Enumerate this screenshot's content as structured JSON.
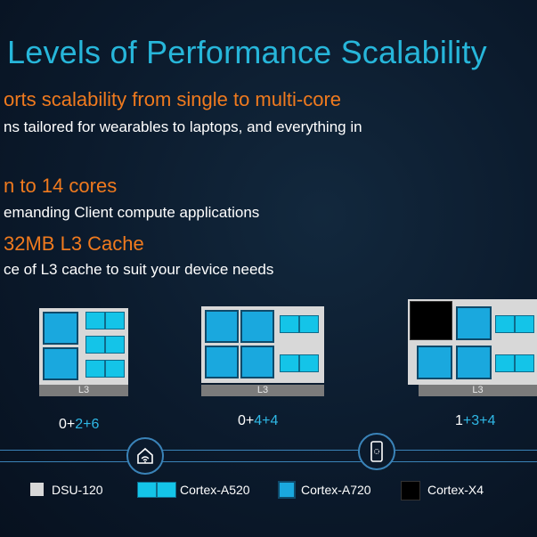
{
  "title": "Levels of Performance Scalability",
  "bullets": [
    {
      "heading": "orts scalability from single to multi-core",
      "text": "ns tailored for wearables to laptops, and everything in"
    },
    {
      "heading": "n to 14 cores",
      "text": "emanding Client compute applications"
    },
    {
      "heading": "32MB L3 Cache",
      "text": "ce of L3 cache to suit your device needs"
    }
  ],
  "configs": [
    {
      "l3_label": "L3",
      "parts": [
        "0",
        "+",
        "2",
        "+",
        "6"
      ]
    },
    {
      "l3_label": "L3",
      "parts": [
        "0",
        "+",
        "4",
        "+",
        "4"
      ]
    },
    {
      "l3_label": "L3",
      "parts": [
        "1",
        "+",
        "3",
        "+",
        "4"
      ]
    }
  ],
  "icons": [
    "home-wifi-icon",
    "smartphone-icon"
  ],
  "legend": [
    {
      "label": "DSU-120",
      "color": "#d8d8d8"
    },
    {
      "label": "Cortex-A520",
      "color": "#14c4e8"
    },
    {
      "label": "Cortex-A720",
      "color": "#1aa8de"
    },
    {
      "label": "Cortex-X4",
      "color": "#000000"
    }
  ]
}
